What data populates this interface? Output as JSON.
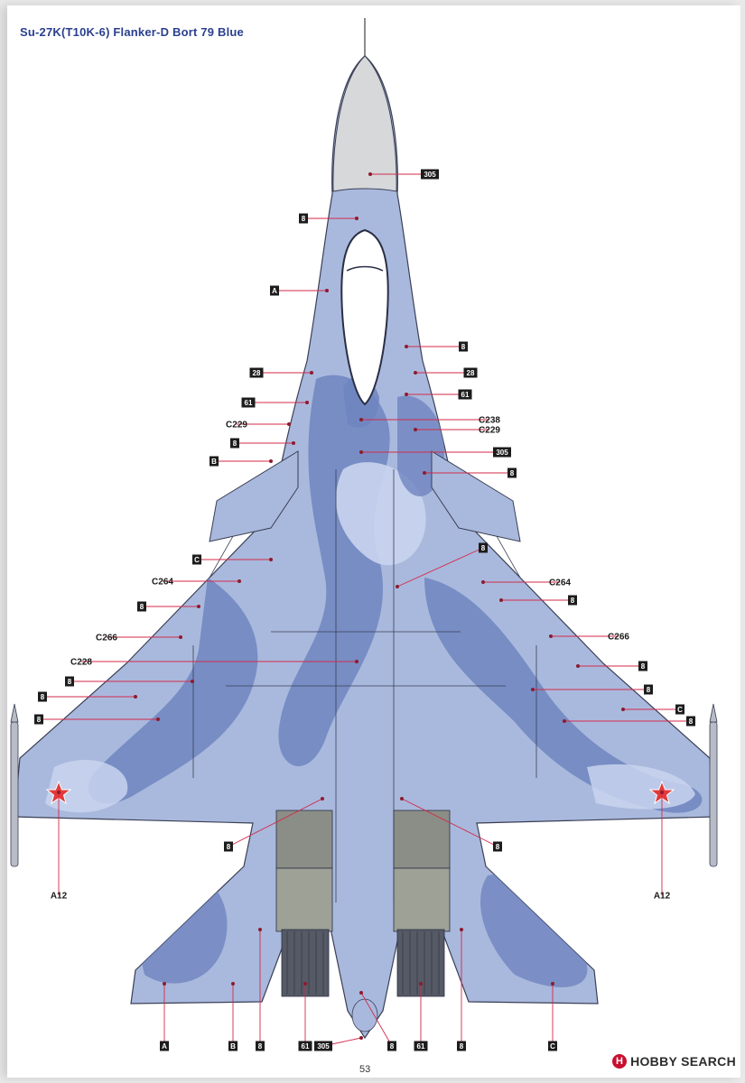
{
  "title": "Su-27K(T10K-6) Flanker-D Bort 79 Blue",
  "page_number": "53",
  "watermark": "HOBBY SEARCH",
  "colors": {
    "base_blue": "#a9b9dd",
    "dark_blue": "#6f85c0",
    "light_blue": "#c9d4ee",
    "radome": "#d6d8da",
    "metal_gray": "#8a8e86",
    "exhaust": "#555a66",
    "star_red": "#e23a3a",
    "leader_red": "#d32a4a",
    "title_blue": "#2a3f8f"
  },
  "callouts": [
    {
      "code": "305",
      "boxed": true
    },
    {
      "code": "8",
      "boxed": true
    },
    {
      "code": "A",
      "boxed": true
    },
    {
      "code": "8",
      "boxed": true
    },
    {
      "code": "28",
      "boxed": true
    },
    {
      "code": "28",
      "boxed": true
    },
    {
      "code": "61",
      "boxed": true
    },
    {
      "code": "61",
      "boxed": true
    },
    {
      "code": "C229",
      "boxed": false
    },
    {
      "code": "C238",
      "boxed": false
    },
    {
      "code": "C229",
      "boxed": false
    },
    {
      "code": "8",
      "boxed": true
    },
    {
      "code": "305",
      "boxed": true
    },
    {
      "code": "B",
      "boxed": true
    },
    {
      "code": "8",
      "boxed": true
    },
    {
      "code": "C",
      "boxed": true
    },
    {
      "code": "8",
      "boxed": true
    },
    {
      "code": "C264",
      "boxed": false
    },
    {
      "code": "C264",
      "boxed": false
    },
    {
      "code": "8",
      "boxed": true
    },
    {
      "code": "8",
      "boxed": true
    },
    {
      "code": "C266",
      "boxed": false
    },
    {
      "code": "C266",
      "boxed": false
    },
    {
      "code": "C228",
      "boxed": false
    },
    {
      "code": "8",
      "boxed": true
    },
    {
      "code": "8",
      "boxed": true
    },
    {
      "code": "8",
      "boxed": true
    },
    {
      "code": "8",
      "boxed": true
    },
    {
      "code": "C",
      "boxed": true
    },
    {
      "code": "8",
      "boxed": true
    },
    {
      "code": "8",
      "boxed": true
    },
    {
      "code": "8",
      "boxed": true
    },
    {
      "code": "8",
      "boxed": true
    },
    {
      "code": "A12",
      "boxed": false
    },
    {
      "code": "A12",
      "boxed": false
    },
    {
      "code": "A",
      "boxed": true
    },
    {
      "code": "B",
      "boxed": true
    },
    {
      "code": "8",
      "boxed": true
    },
    {
      "code": "61",
      "boxed": true
    },
    {
      "code": "305",
      "boxed": true
    },
    {
      "code": "8",
      "boxed": true
    },
    {
      "code": "61",
      "boxed": true
    },
    {
      "code": "8",
      "boxed": true
    },
    {
      "code": "C",
      "boxed": true
    }
  ]
}
